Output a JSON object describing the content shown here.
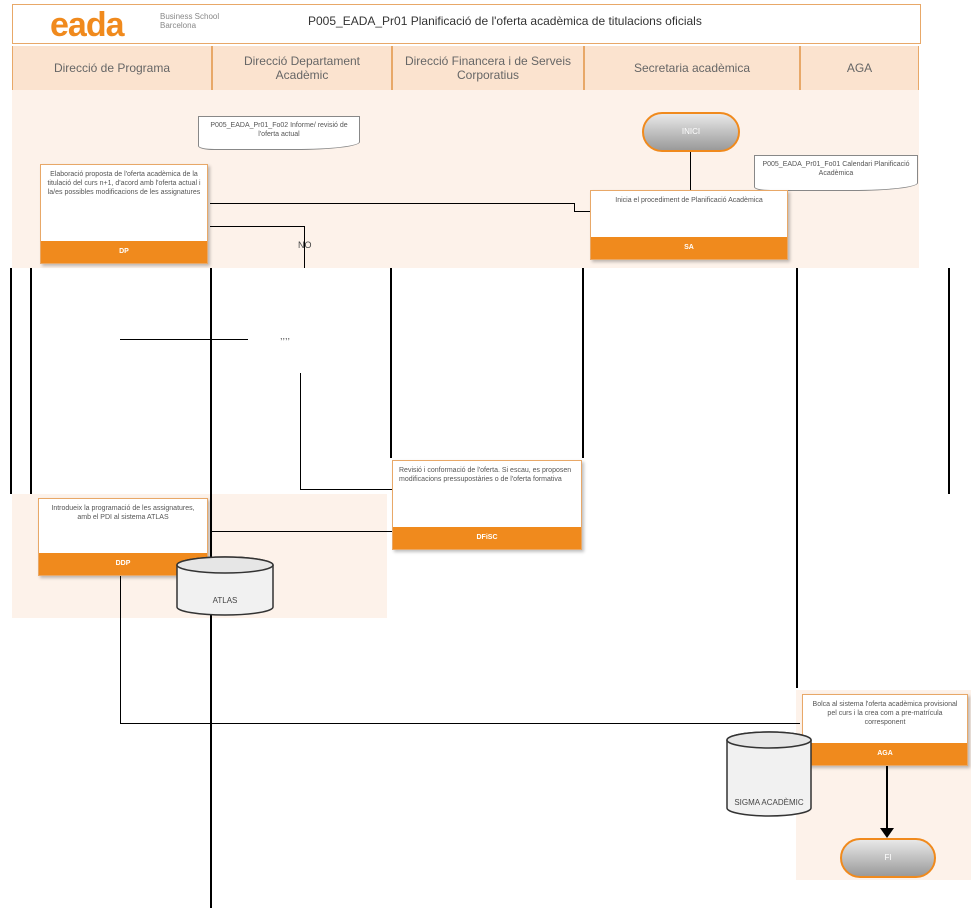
{
  "header": {
    "logo": "eada",
    "logo_sub": "Business School Barcelona",
    "title": "P005_EADA_Pr01 Planificació de l'oferta acadèmica de titulacions oficials"
  },
  "lanes": [
    "Direcció de Programa",
    "Direcció Departament Acadèmic",
    "Direcció Financera i de Serveis Corporatius",
    "Secretaria acadèmica",
    "AGA"
  ],
  "start_label": "INICI",
  "end_label": "FI",
  "documents": {
    "informe": "P005_EADA_Pr01_Fo02 Informe/ revisió de l'oferta actual",
    "calendari": "P005_EADA_Pr01_Fo01 Calendari Planificació Acadèmica"
  },
  "boxes": {
    "elaboracio": {
      "text": "Elaboració proposta de l'oferta acadèmica de la titulació del curs n+1, d'acord amb l'oferta actual i la/es possibles modificacions de les assignatures",
      "role": "DP"
    },
    "inicia": {
      "text": "Inicia el procediment de Planificació Acadèmica",
      "role": "SA"
    },
    "revisio": {
      "text": "Revisió i conformació de l'oferta. Si escau, es proposen modificacions pressupostàries o de l'oferta formativa",
      "role": "DFiSC"
    },
    "introdueix": {
      "text": "Introdueix la programació de les assignatures, amb el PDI al sistema ATLAS",
      "role": "DDP"
    },
    "bolca": {
      "text": "Bolca al sistema l'oferta acadèmica provisional pel curs i la crea com a pre-matrícula corresponent",
      "role": "AGA"
    }
  },
  "systems": {
    "atlas": "ATLAS",
    "sigma": "SIGMA ACADÈMIC"
  },
  "labels": {
    "no": "NO",
    "ellipsis": ",,,,"
  }
}
